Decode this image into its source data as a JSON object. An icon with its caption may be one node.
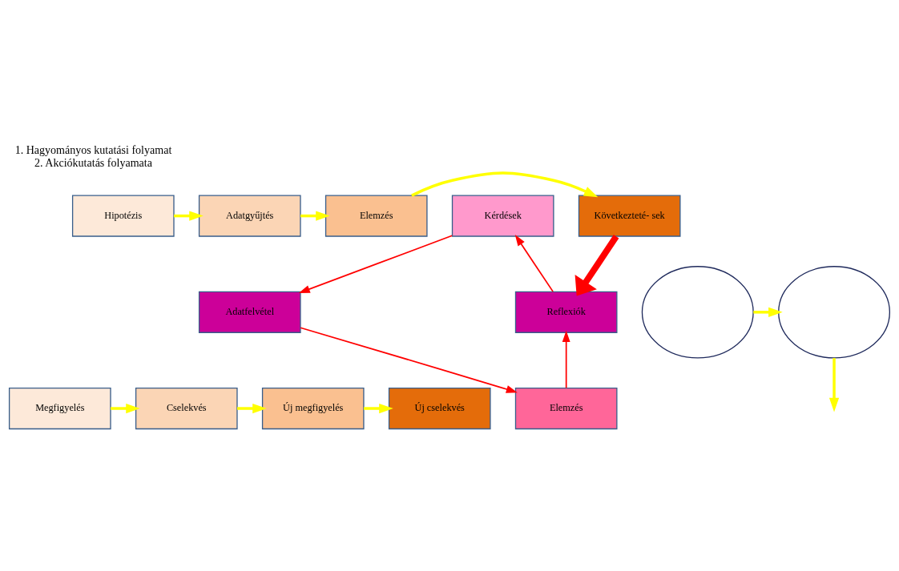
{
  "diagram": {
    "title": "1. Hagyományos kutatási folyamat",
    "caption": "2. Akciókutatás folyamata",
    "nodes": [
      {
        "text": [
          "Hipotézis"
        ]
      },
      {
        "text": [
          "Adatgyűjtés"
        ]
      },
      {
        "text": [
          "Elemzés"
        ]
      },
      {
        "text": [
          "Következteté- sek"
        ]
      },
      {
        "text": [],
        "shape": "circle"
      },
      {
        "text": [
          "Kérdések"
        ]
      },
      {
        "text": [
          "Adatfelvétel"
        ]
      },
      {
        "text": [
          "Reflexiók"
        ]
      },
      {
        "text": [
          "Elemzés"
        ]
      },
      {
        "text": [],
        "shape": "circle"
      },
      {
        "text": [
          "Megfigyelés"
        ]
      },
      {
        "text": [
          "Cselekvés"
        ]
      },
      {
        "text": [
          "Új megfigyelés"
        ]
      },
      {
        "text": [
          "Új cselekvés"
        ]
      }
    ],
    "edges": [
      {
        "from": 0,
        "to": 1,
        "arrow": "to"
      },
      {
        "from": 1,
        "to": 2,
        "arrow": "to"
      },
      {
        "from": 2,
        "to": 3,
        "arrow": "to"
      },
      {
        "from": 3,
        "to": 7,
        "arrow": "to",
        "style": "thick",
        "color": "#ff0000"
      },
      {
        "from": 5,
        "to": 6,
        "arrow": "to",
        "color": "#ff0000"
      },
      {
        "from": 6,
        "to": 8,
        "arrow": "to",
        "color": "#ff0000"
      },
      {
        "from": 8,
        "to": 7,
        "arrow": "to",
        "color": "#ff0000"
      },
      {
        "from": 7,
        "to": 5,
        "arrow": "to",
        "color": "#ff0000"
      },
      {
        "from": 4,
        "to": 9,
        "arrow": "to"
      },
      {
        "from": 9,
        "to": null,
        "arrow": "to"
      },
      {
        "from": 10,
        "to": 11,
        "arrow": "to"
      },
      {
        "from": 11,
        "to": 12,
        "arrow": "to"
      },
      {
        "from": 12,
        "to": 13,
        "arrow": "to"
      }
    ]
  }
}
